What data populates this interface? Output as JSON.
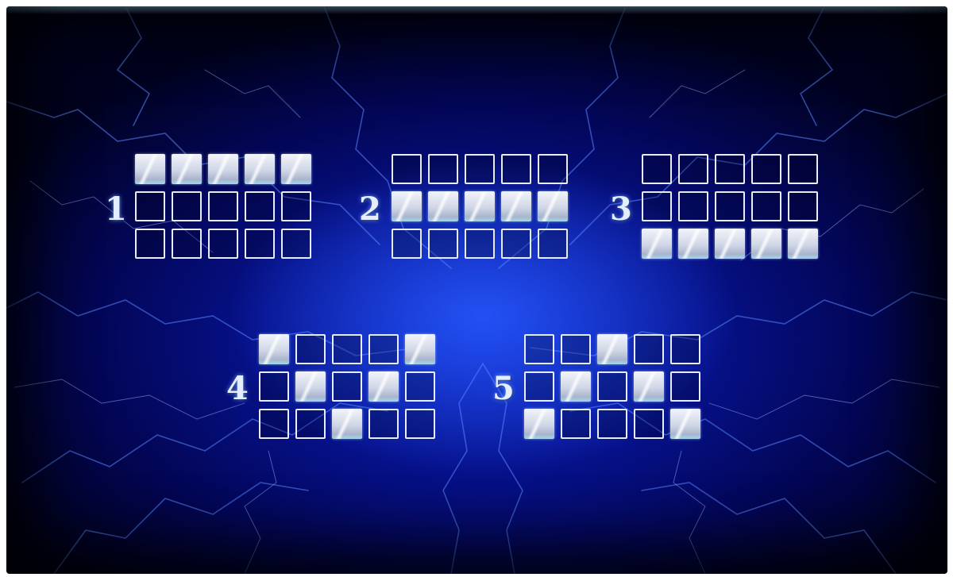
{
  "paylines": [
    {
      "label": "1",
      "rows": [
        [
          1,
          1,
          1,
          1,
          1
        ],
        [
          0,
          0,
          0,
          0,
          0
        ],
        [
          0,
          0,
          0,
          0,
          0
        ]
      ]
    },
    {
      "label": "2",
      "rows": [
        [
          0,
          0,
          0,
          0,
          0
        ],
        [
          1,
          1,
          1,
          1,
          1
        ],
        [
          0,
          0,
          0,
          0,
          0
        ]
      ]
    },
    {
      "label": "3",
      "rows": [
        [
          0,
          0,
          0,
          0,
          0
        ],
        [
          0,
          0,
          0,
          0,
          0
        ],
        [
          1,
          1,
          1,
          1,
          1
        ]
      ]
    },
    {
      "label": "4",
      "rows": [
        [
          1,
          0,
          0,
          0,
          1
        ],
        [
          0,
          1,
          0,
          1,
          0
        ],
        [
          0,
          0,
          1,
          0,
          0
        ]
      ]
    },
    {
      "label": "5",
      "rows": [
        [
          0,
          0,
          1,
          0,
          0
        ],
        [
          0,
          1,
          0,
          1,
          0
        ],
        [
          1,
          0,
          0,
          0,
          1
        ]
      ]
    }
  ],
  "colors": {
    "background": "#06118a",
    "lightning": "#4f7bff",
    "cell_border": "#e8ecf5",
    "cell_active": "#cfd6e6",
    "number": "#e4eeff"
  }
}
